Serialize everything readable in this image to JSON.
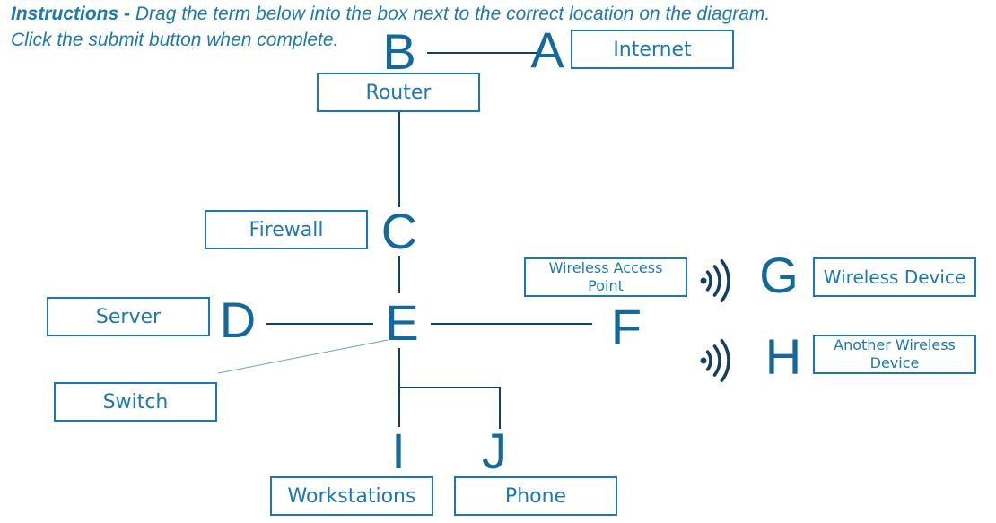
{
  "instructions": {
    "label": "Instructions -",
    "line1": "Drag the term below into the box next to the correct location on the diagram.",
    "line2": "Click the submit button when complete."
  },
  "letters": {
    "a": "A",
    "b": "B",
    "c": "C",
    "d": "D",
    "e": "E",
    "f": "F",
    "g": "G",
    "h": "H",
    "i": "I",
    "j": "J"
  },
  "terms": {
    "internet": "Internet",
    "router": "Router",
    "firewall": "Firewall",
    "wireless_access_point": "Wireless Access Point",
    "wireless_device": "Wireless Device",
    "server": "Server",
    "another_wireless_device": "Another Wireless Device",
    "switch": "Switch",
    "workstations": "Workstations",
    "phone": "Phone"
  },
  "icons": {
    "signal_upper": "wireless-signal-icon",
    "signal_lower": "wireless-signal-icon"
  },
  "colors": {
    "accent": "#1c78b0",
    "letters": "#13699c",
    "connector": "#163f5d",
    "connector_light": "#6a9fc7",
    "background": "#ffffff"
  }
}
